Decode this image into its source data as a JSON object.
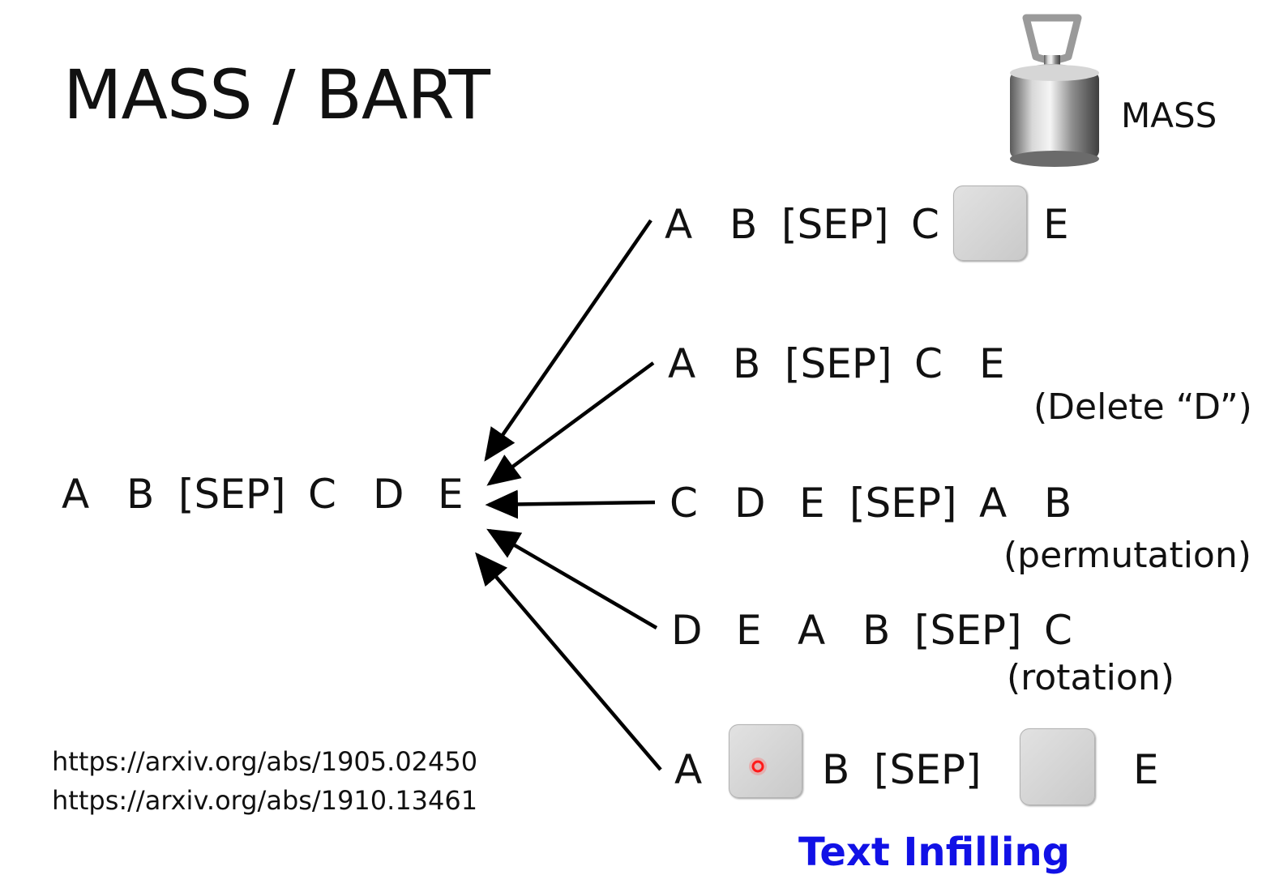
{
  "title": "MASS / BART",
  "mass_label": "MASS",
  "source_sequence": [
    "A",
    "B",
    "[SEP]",
    "C",
    "D",
    "E"
  ],
  "rows": {
    "masked": {
      "tokens": [
        "A",
        "B",
        "[SEP]",
        "C",
        "E"
      ]
    },
    "delete": {
      "tokens": [
        "A",
        "B",
        "[SEP]",
        "C",
        "E"
      ],
      "note": "(Delete “D”)"
    },
    "permutation": {
      "tokens": [
        "C",
        "D",
        "E",
        "[SEP]",
        "A",
        "B"
      ],
      "note": "(permutation)"
    },
    "rotation": {
      "tokens": [
        "D",
        "E",
        "A",
        "B",
        "[SEP]",
        "C"
      ],
      "note": "(rotation)"
    },
    "infilling": {
      "tokens": [
        "A",
        "B",
        "[SEP]",
        "E"
      ],
      "note": "Text Infilling"
    }
  },
  "links": [
    "https://arxiv.org/abs/1905.02450",
    "https://arxiv.org/abs/1910.13461"
  ],
  "colors": {
    "text": "#111111",
    "infilling": "#1111e6",
    "mask": "#d0d0d0",
    "cursor": "#ff1a1a"
  },
  "icons": {
    "mass_weight": "weight-icon",
    "cursor": "pointer-dot-icon"
  }
}
